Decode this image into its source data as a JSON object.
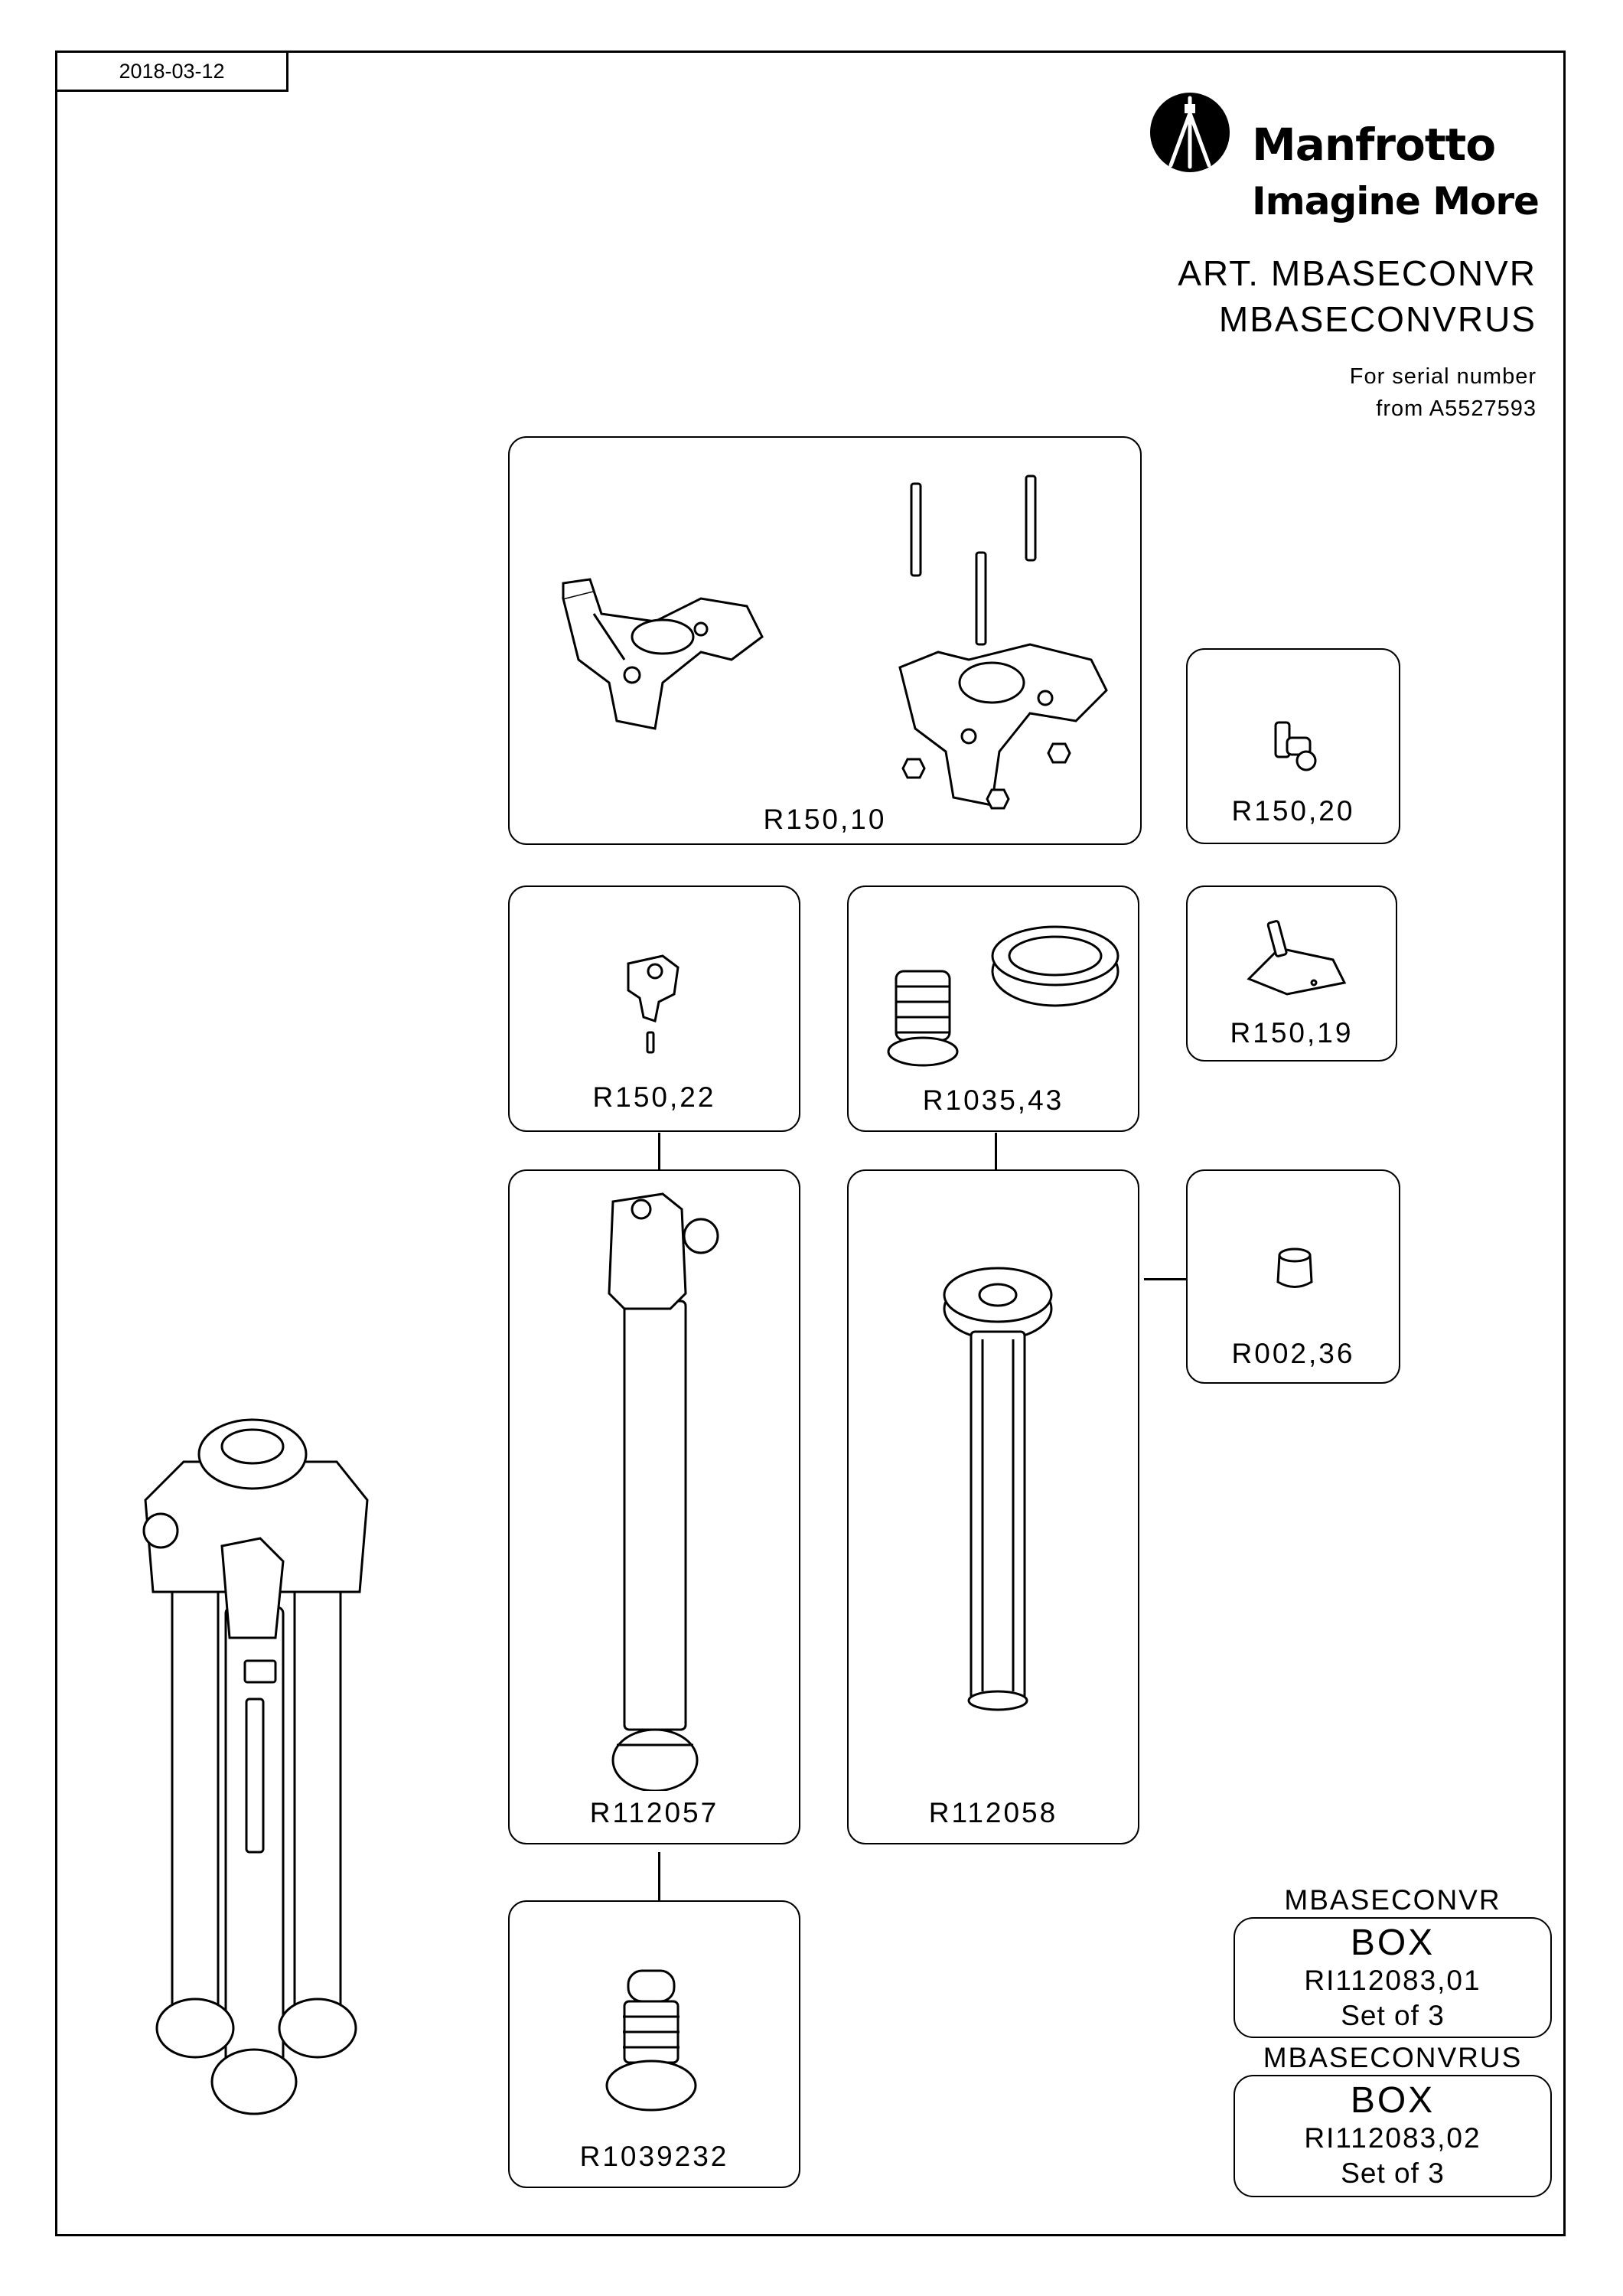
{
  "date": "2018-03-12",
  "brand": {
    "name": "Manfrotto",
    "tagline": "Imagine More"
  },
  "article": {
    "line1": "ART. MBASECONVR",
    "line2": "MBASECONVRUS"
  },
  "serial": {
    "line1": "For serial number",
    "line2": "from A5527593"
  },
  "parts": {
    "p1": "R150,10",
    "p2": "R150,20",
    "p3": "R150,22",
    "p4": "R1035,43",
    "p5": "R150,19",
    "p6": "R112057",
    "p7": "R112058",
    "p8": "R002,36",
    "p9": "R1039232"
  },
  "packages": [
    {
      "label": "MBASECONVR",
      "box": "BOX",
      "code": "RI112083,01",
      "qty": "Set of 3"
    },
    {
      "label": "MBASECONVRUS",
      "box": "BOX",
      "code": "RI112083,02",
      "qty": "Set of 3"
    }
  ]
}
